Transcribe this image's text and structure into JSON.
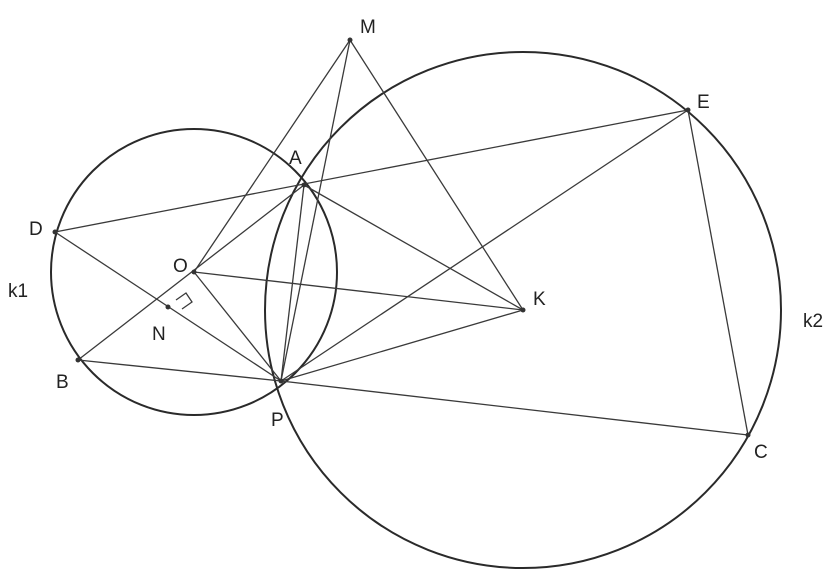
{
  "points": {
    "M": {
      "label": "M"
    },
    "A": {
      "label": "A"
    },
    "E": {
      "label": "E"
    },
    "D": {
      "label": "D"
    },
    "O": {
      "label": "O"
    },
    "N": {
      "label": "N"
    },
    "K": {
      "label": "K"
    },
    "B": {
      "label": "B"
    },
    "P": {
      "label": "P"
    },
    "C": {
      "label": "C"
    }
  },
  "circles": {
    "k1": {
      "label": "k1",
      "center": "O"
    },
    "k2": {
      "label": "k2",
      "center": "K"
    }
  },
  "segments": [
    [
      "M",
      "O"
    ],
    [
      "M",
      "P"
    ],
    [
      "M",
      "K"
    ],
    [
      "D",
      "E"
    ],
    [
      "D",
      "P"
    ],
    [
      "B",
      "A"
    ],
    [
      "B",
      "P"
    ],
    [
      "A",
      "P"
    ],
    [
      "A",
      "K"
    ],
    [
      "O",
      "K"
    ],
    [
      "O",
      "P"
    ],
    [
      "P",
      "E"
    ],
    [
      "P",
      "K"
    ],
    [
      "P",
      "C"
    ],
    [
      "E",
      "C"
    ]
  ],
  "right_angle_at": "N"
}
